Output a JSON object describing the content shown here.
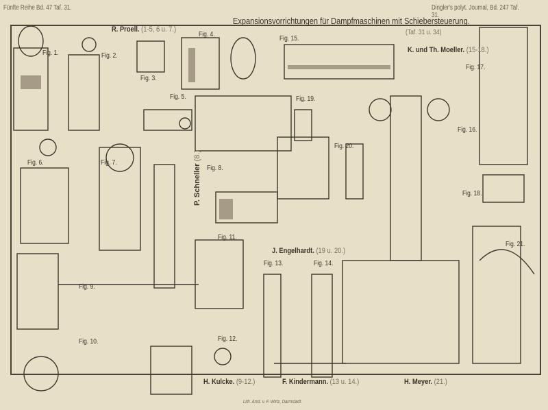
{
  "header": {
    "left": "Fünfte Reihe Bd. 47 Taf. 31.",
    "right": "Dingler's polyt. Journal, Bd. 247 Taf. 31."
  },
  "title": "Expansionsvorrichtungen für Dampfmaschinen mit Schiebersteuerung.",
  "title_ref": "(Taf. 31 u. 34)",
  "authors": [
    {
      "name": "R. Proell.",
      "ref": "(1-5, 6 u. 7.)"
    },
    {
      "name": "K. und Th. Moeller.",
      "ref": "(15-18.)"
    },
    {
      "name": "P. Schneller",
      "ref": "(8.)"
    },
    {
      "name": "J. Engelhardt.",
      "ref": "(19 u. 20.)"
    },
    {
      "name": "H. Kulcke.",
      "ref": "(9-12.)"
    },
    {
      "name": "F. Kindermann.",
      "ref": "(13 u. 14.)"
    },
    {
      "name": "H. Meyer.",
      "ref": "(21.)"
    }
  ],
  "figures": [
    "Fig. 1.",
    "Fig. 2.",
    "Fig. 3.",
    "Fig. 4.",
    "Fig. 5.",
    "Fig. 6.",
    "Fig. 7.",
    "Fig. 8.",
    "Fig. 9.",
    "Fig. 10.",
    "Fig. 11.",
    "Fig. 12.",
    "Fig. 13.",
    "Fig. 14.",
    "Fig. 15.",
    "Fig. 16.",
    "Fig. 17.",
    "Fig. 18.",
    "Fig. 19.",
    "Fig. 20.",
    "Fig. 21."
  ],
  "imprint": "Lith. Anst. v. F. Wirtz, Darmstadt."
}
